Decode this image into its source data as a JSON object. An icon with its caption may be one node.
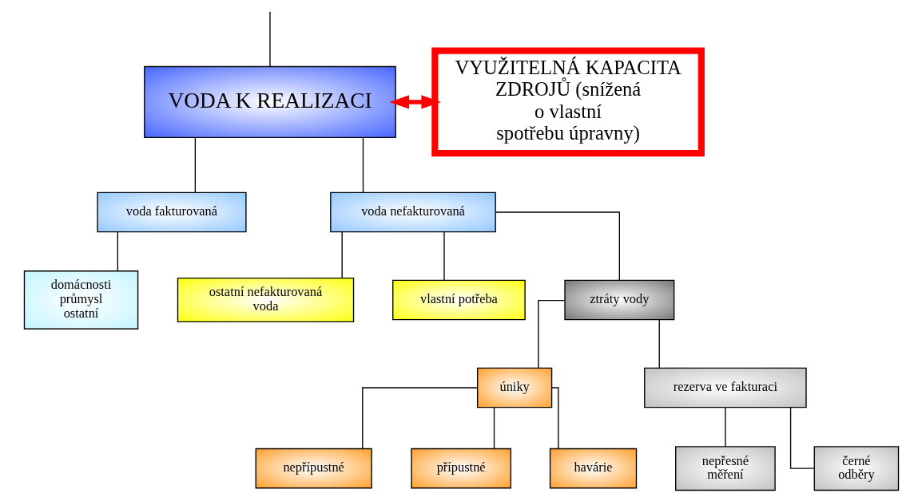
{
  "diagram": {
    "nodes": [
      {
        "text": [
          "VODA K REALIZACI"
        ]
      },
      {
        "text": [
          "VYUŽITELNÁ KAPACITA ZDROJŮ (snížená o vlastní spotřebu úpravny)"
        ]
      },
      {
        "text": [
          "voda fakturovaná"
        ]
      },
      {
        "text": [
          "voda nefakturovaná"
        ]
      },
      {
        "text": [
          "domácnosti průmysl ostatní"
        ]
      },
      {
        "text": [
          "ostatní nefakturovaná voda"
        ]
      },
      {
        "text": [
          "vlastní potřeba"
        ]
      },
      {
        "text": [
          "ztráty vody"
        ]
      },
      {
        "text": [
          "úniky"
        ]
      },
      {
        "text": [
          "rezerva ve fakturaci"
        ]
      },
      {
        "text": [
          "nepřípustné"
        ]
      },
      {
        "text": [
          "přípustné"
        ]
      },
      {
        "text": [
          "havárie"
        ]
      },
      {
        "text": [
          "nepřesné měření"
        ]
      },
      {
        "text": [
          "černé odběry"
        ]
      }
    ],
    "edges": [
      {
        "from": null,
        "to": 0,
        "arrow": "none"
      },
      {
        "from": 0,
        "to": 1,
        "arrow": "both",
        "style": "thick",
        "color": "#ff0000"
      },
      {
        "from": 0,
        "to": 2,
        "arrow": "none"
      },
      {
        "from": 0,
        "to": 3,
        "arrow": "none"
      },
      {
        "from": 2,
        "to": 4,
        "arrow": "none"
      },
      {
        "from": 3,
        "to": 5,
        "arrow": "none"
      },
      {
        "from": 3,
        "to": 6,
        "arrow": "none"
      },
      {
        "from": 3,
        "to": 7,
        "arrow": "none"
      },
      {
        "from": 7,
        "to": 8,
        "arrow": "none"
      },
      {
        "from": 7,
        "to": 9,
        "arrow": "none"
      },
      {
        "from": 8,
        "to": 10,
        "arrow": "none"
      },
      {
        "from": 8,
        "to": 11,
        "arrow": "none"
      },
      {
        "from": 8,
        "to": 12,
        "arrow": "none"
      },
      {
        "from": 9,
        "to": 13,
        "arrow": "none"
      },
      {
        "from": 9,
        "to": 14,
        "arrow": "none"
      }
    ]
  }
}
